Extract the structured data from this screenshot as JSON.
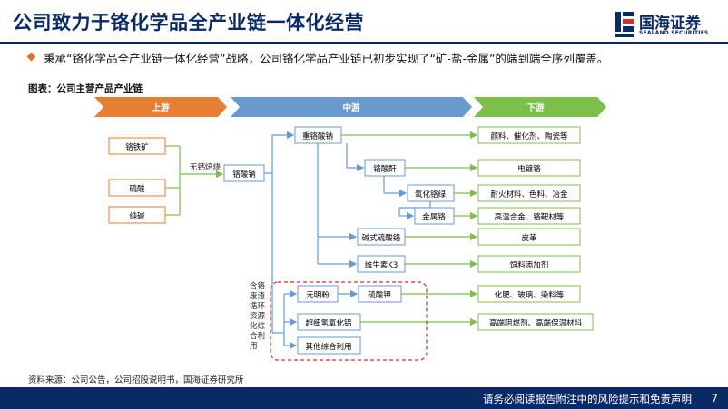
{
  "header": {
    "title": "公司致力于铬化学品全产业链一体化经营",
    "logo_cn": "国海证券",
    "logo_en": "SEALAND SECURITIES"
  },
  "bullet": "秉承“铬化学品全产业链一体化经营”战略，公司铬化学品产业链已初步实现了“矿-盐-金属”的端到端全序列覆盖。",
  "figure": {
    "caption": "图表：公司主营产品产业链",
    "stages": [
      "上游",
      "中游",
      "下游"
    ],
    "raw_materials": [
      "铬铁矿",
      "硫酸",
      "纯碱"
    ],
    "process": "无钙焙烧",
    "core_product": "铬酸钠",
    "midstream": [
      "重铬酸钠",
      "铬酸酐",
      "氧化铬绿",
      "金属铬",
      "碱式硫酸铬",
      "维生素K3"
    ],
    "waste_label": "含铬废渣循环资源化综合利用",
    "waste_products": [
      "元明粉",
      "硫酸钾",
      "超细氢氧化铝",
      "其他综合利用"
    ],
    "downstream": [
      "颜料、催化剂、陶瓷等",
      "电镀铬",
      "耐火材料、色料、冶金",
      "高温合金、铬靶材等",
      "皮革",
      "饲料添加剂",
      "化肥、玻璃、染料等",
      "高端阻燃剂、高端保温材料"
    ]
  },
  "source": "资料来源：公司公告，公司招股说明书，国海证券研究所",
  "footer": {
    "disclaimer": "请务必阅读报告附注中的风险提示和免责声明",
    "page": "7"
  },
  "colors": {
    "navy": "#0a2a66",
    "upstream": "#e67e33",
    "midstream": "#6a99cf",
    "downstream": "#7cbf4b",
    "accent_red": "#d32f2f"
  }
}
